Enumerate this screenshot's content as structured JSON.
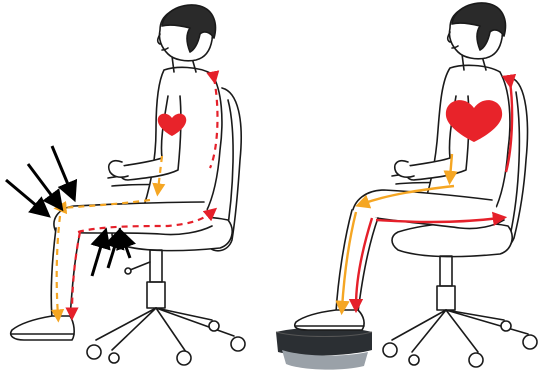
{
  "colors": {
    "background": "#ffffff",
    "outline": "#1a1a1a",
    "skin": "#ffffff",
    "hair": "#2a2a2a",
    "heart": "#e8232a",
    "flow_red": "#e5202a",
    "flow_orange": "#f5a623",
    "pressure_arrows": "#000000",
    "footrest_top": "#2b2f33",
    "footrest_base": "#9aa1a8"
  },
  "scenes": [
    {
      "id": "without-footrest",
      "heart_size": "small",
      "pressure_arrows": 6,
      "footrest": false
    },
    {
      "id": "with-footrest",
      "heart_size": "large",
      "pressure_arrows": 0,
      "footrest": true
    }
  ],
  "icons": {
    "heart": "heart-icon",
    "pressure": "pressure-arrow-icon",
    "footrest": "footrest-icon",
    "chair": "office-chair-icon"
  }
}
